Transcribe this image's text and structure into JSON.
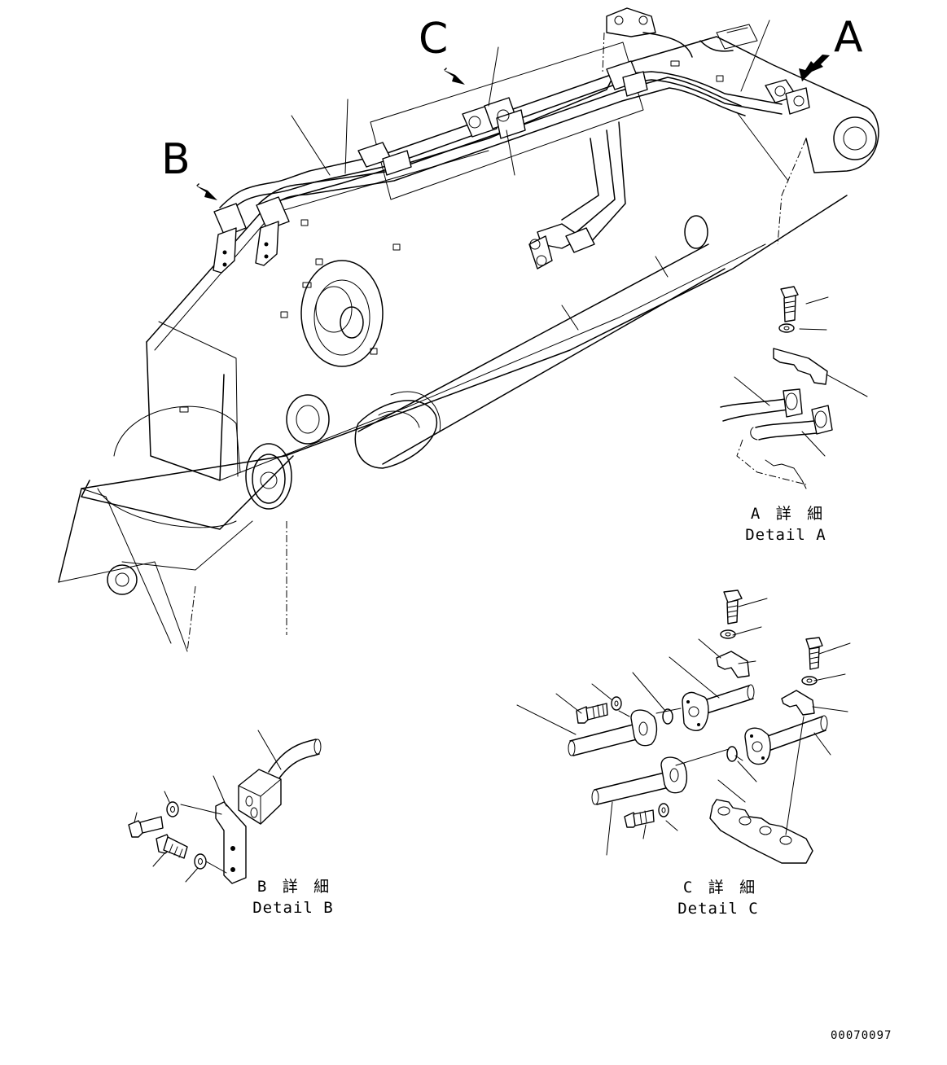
{
  "view_labels": {
    "a": "A",
    "b": "B",
    "c": "C"
  },
  "details": {
    "a": {
      "ja": "A 詳 細",
      "en": "Detail A"
    },
    "b": {
      "ja": "B 詳 細",
      "en": "Detail B"
    },
    "c": {
      "ja": "C 詳 細",
      "en": "Detail C"
    }
  },
  "drawing_number": "00070097"
}
